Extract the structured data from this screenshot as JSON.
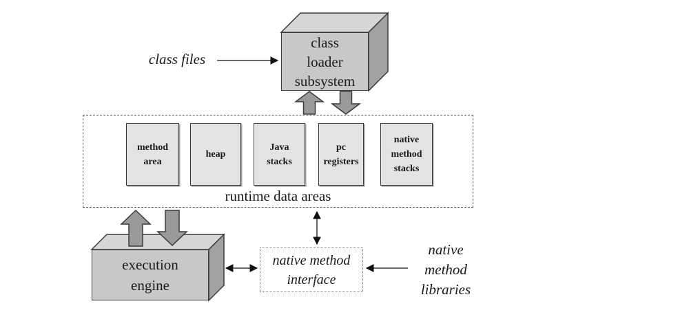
{
  "diagram_title": "jvm-architecture",
  "labels": {
    "class_files": "class files",
    "runtime_data_areas": "runtime data areas",
    "native_method_libraries": "native\nmethod\nlibraries"
  },
  "boxes": {
    "class_loader": {
      "label": "class\nloader\nsubsystem"
    },
    "execution_engine": {
      "label": "execution\nengine"
    },
    "native_method_interface": {
      "label": "native method\ninterface"
    },
    "runtime_areas": [
      {
        "label": "method\narea"
      },
      {
        "label": "heap"
      },
      {
        "label": "Java\nstacks"
      },
      {
        "label": "pc\nregisters"
      },
      {
        "label": "native\nmethod\nstacks"
      }
    ]
  },
  "colors": {
    "bg": "#ffffff",
    "outline": "#3a3a3a",
    "face_top": "#d6d6d6",
    "face_front": "#c8c8c8",
    "face_right": "#a2a2a2",
    "small_box_fill": "#e3e3e3",
    "block_arrow_fill": "#9a9a9a",
    "dashed_border": "#555555",
    "text": "#1a1a1a"
  }
}
